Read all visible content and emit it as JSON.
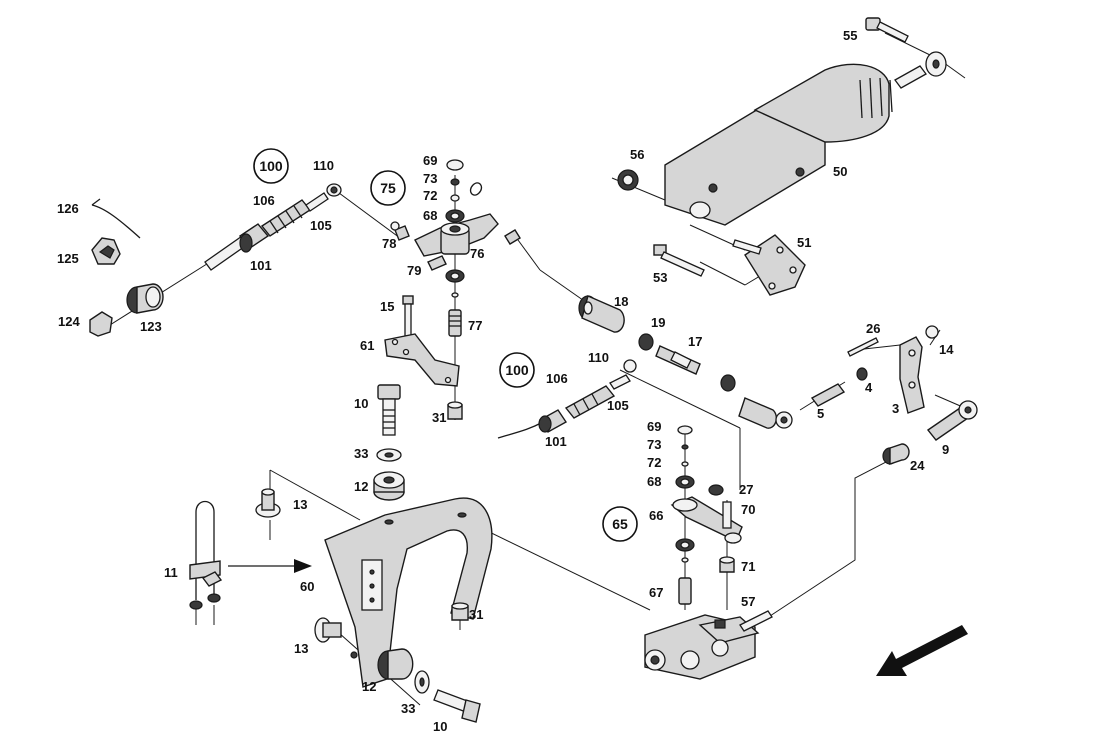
{
  "callouts": [
    "126",
    "125",
    "124",
    "123",
    "101",
    "106",
    "105",
    "110",
    "78",
    "79",
    "69",
    "73",
    "72",
    "68",
    "76",
    "15",
    "61",
    "77",
    "10",
    "33",
    "12",
    "13",
    "11",
    "60",
    "31",
    "18",
    "19",
    "17",
    "110",
    "106",
    "105",
    "101",
    "69",
    "73",
    "72",
    "68",
    "66",
    "67",
    "27",
    "70",
    "71",
    "57",
    "26",
    "14",
    "4",
    "3",
    "5",
    "9",
    "24",
    "55",
    "56",
    "50",
    "51",
    "53",
    "10",
    "12",
    "13",
    "33",
    "31"
  ],
  "reference_circles": [
    "100",
    "75",
    "100",
    "65"
  ]
}
